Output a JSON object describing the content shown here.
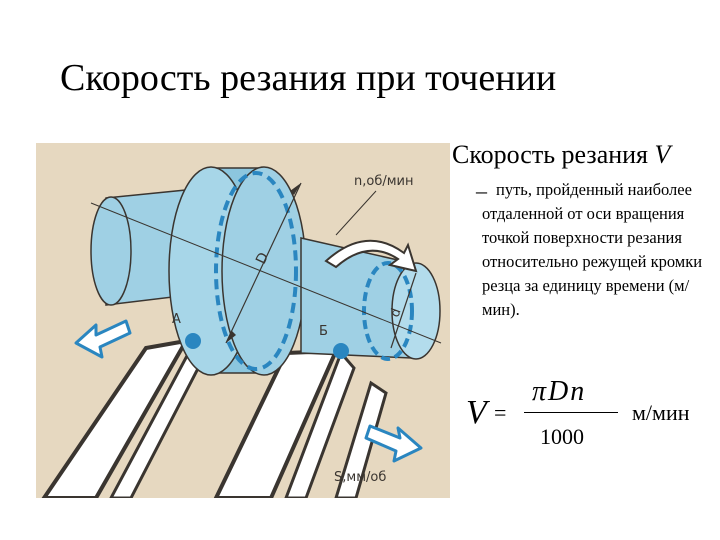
{
  "slide": {
    "title": "Скорость резания при точении",
    "heading_text": "Скорость резания ",
    "heading_var": "V",
    "dash": "–",
    "description": "путь, пройденный наиболее отдаленной от оси вращения точкой поверхности резания относительно режущей кромки резца за единицу времени (м/мин)."
  },
  "figure": {
    "label_rotation": "n,об/мин",
    "label_feed": "S,мм/об",
    "label_diameter_big": "D",
    "label_diameter_small": "d",
    "label_point_a": "А",
    "label_point_b": "Б"
  },
  "formula": {
    "lhs": "V",
    "equals": "=",
    "numerator": "πDn",
    "denominator": "1000",
    "unit": "м/мин"
  },
  "colors": {
    "paper": "#e6d8c0",
    "blue_light": "#9fd0e4",
    "blue_mid": "#6ab2d4",
    "blue_dark": "#2a86c0",
    "ink": "#3a3530"
  }
}
